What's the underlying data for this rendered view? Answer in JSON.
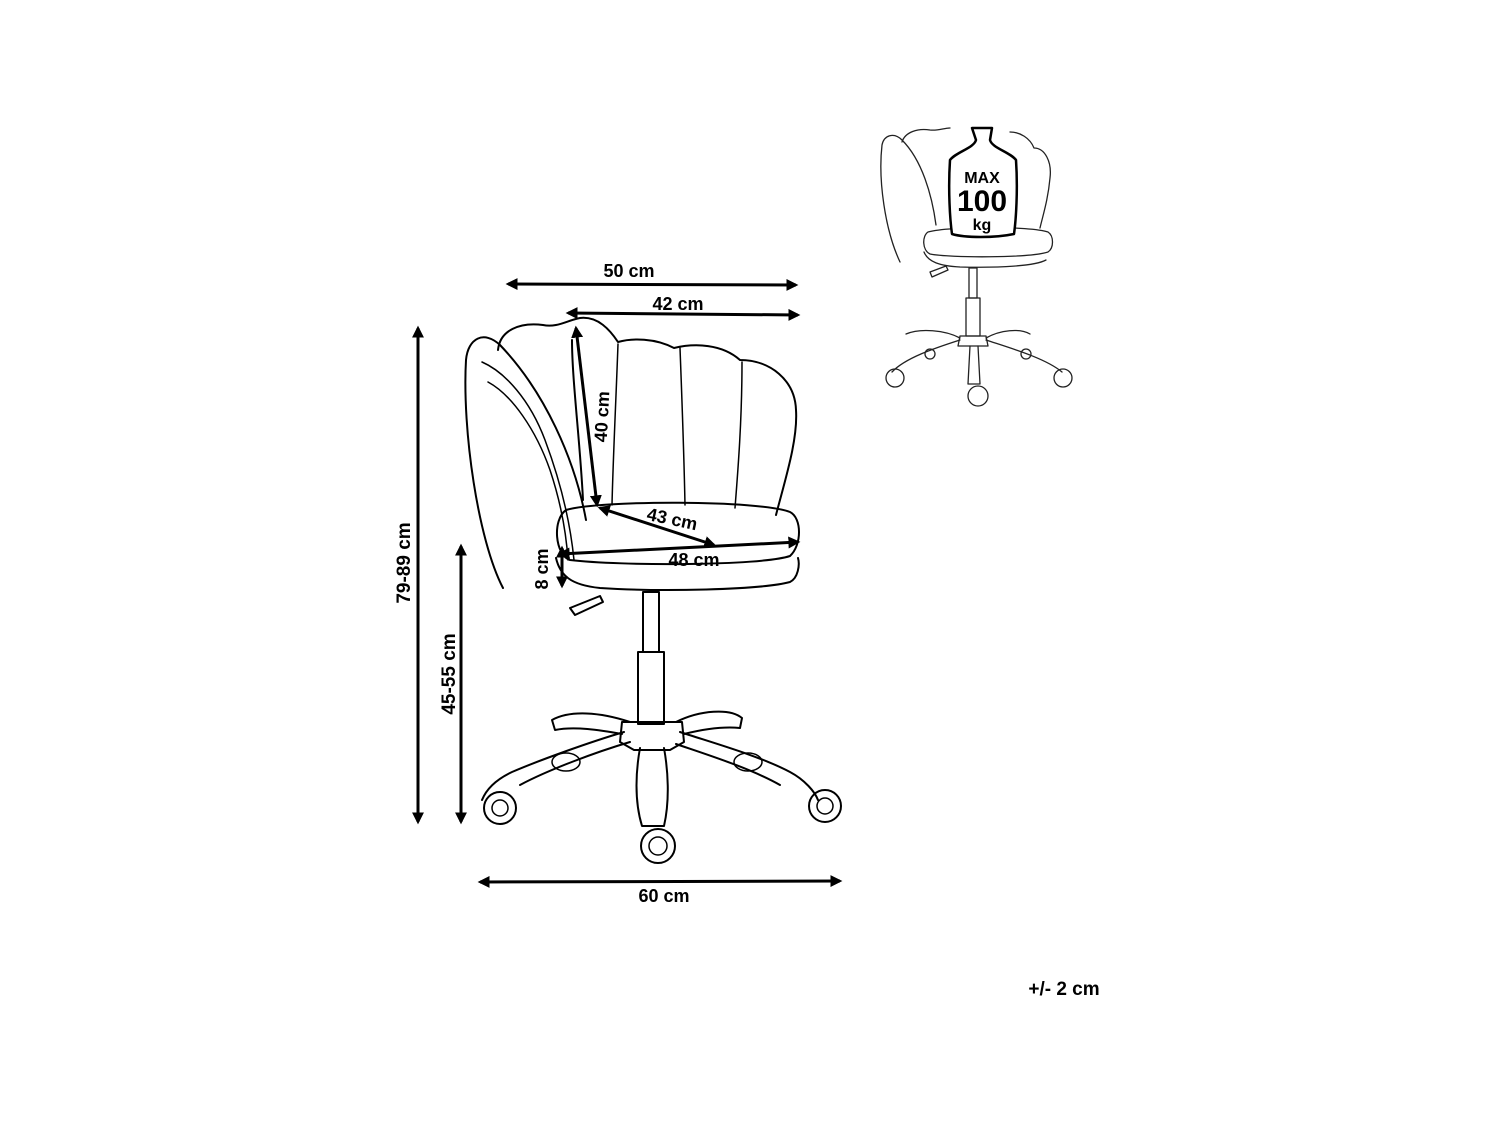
{
  "dimensions": {
    "overall_width": "50 cm",
    "backrest_width": "42 cm",
    "backrest_height": "40 cm",
    "seat_depth": "43 cm",
    "seat_width": "48 cm",
    "seat_thickness": "8 cm",
    "overall_height": "79-89 cm",
    "seat_height": "45-55 cm",
    "base_width": "60 cm"
  },
  "load_badge": {
    "line1": "MAX",
    "line2": "100",
    "line3": "kg"
  },
  "tolerance": "+/- 2 cm"
}
